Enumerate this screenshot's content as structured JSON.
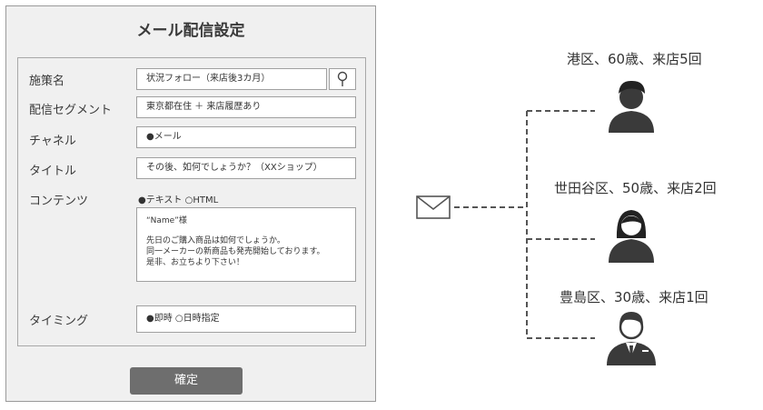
{
  "panel": {
    "title": "メール配信設定",
    "fields": {
      "campaign_label": "施策名",
      "campaign_value": "状況フォロー（来店後3カ月）",
      "segment_label": "配信セグメント",
      "segment_value": "東京都在住 ＋ 来店履歴あり",
      "channel_label": "チャネル",
      "channel_value": "●メール",
      "title_label": "タイトル",
      "title_value": "その後、如何でしょうか？（XXショップ）",
      "content_label": "コンテンツ",
      "content_format": "●テキスト ○HTML",
      "content_line1": "“Name”様",
      "content_line2": "先日のご購入商品は如何でしょうか。",
      "content_line3": "同一メーカーの新商品も発売開始しております。",
      "content_line4": "是非、お立ちより下さい！",
      "timing_label": "タイミング",
      "timing_value": "●即時 ○日時指定"
    },
    "confirm_label": "確定"
  },
  "diagram": {
    "recipients": [
      {
        "label": "港区、60歳、来店5回",
        "icon": "person-short-hair-icon"
      },
      {
        "label": "世田谷区、50歳、来店2回",
        "icon": "person-woman-icon"
      },
      {
        "label": "豊島区、30歳、来店1回",
        "icon": "person-suit-icon"
      }
    ],
    "sender_icon": "envelope-icon"
  },
  "colors": {
    "panel_bg": "#f0f0f0",
    "button_bg": "#6e6e6e",
    "icon_dark": "#3a3a3a"
  }
}
